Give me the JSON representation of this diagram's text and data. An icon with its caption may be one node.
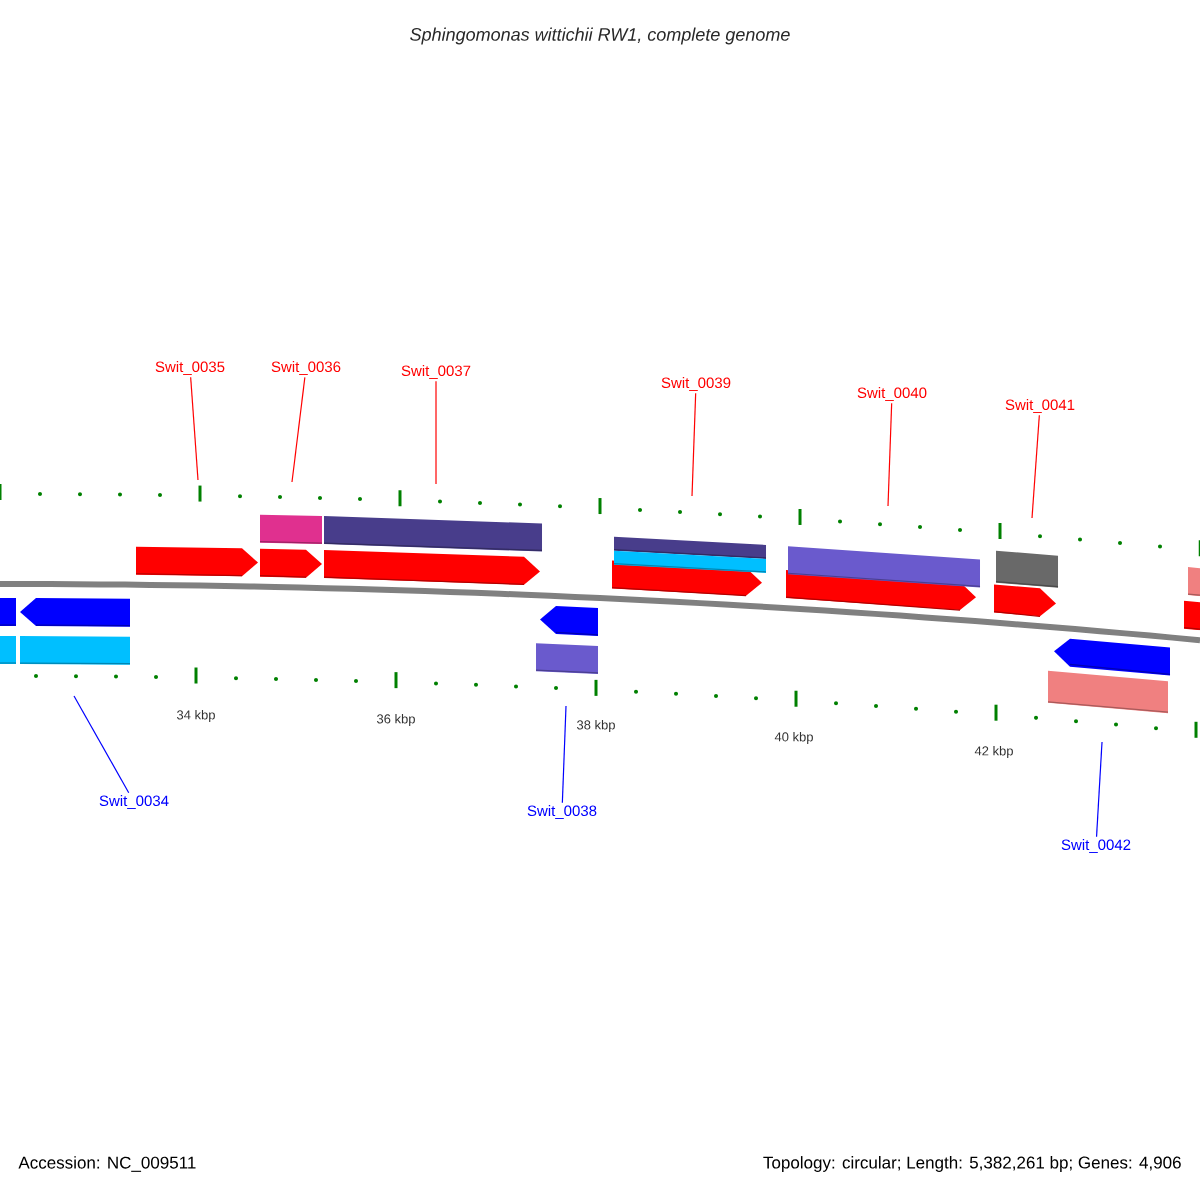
{
  "diagram": {
    "title": "Sphingomonas wittichii RW1, complete genome",
    "nodes": [
      {
        "text": [
          "Swit_0035"
        ]
      },
      {
        "text": [
          "Swit_0036"
        ]
      },
      {
        "text": [
          "Swit_0037"
        ]
      },
      {
        "text": [
          "Swit_0039"
        ]
      },
      {
        "text": [
          "Swit_0040"
        ]
      },
      {
        "text": [
          "Swit_0041"
        ]
      },
      {
        "text": [
          "Swit_0034"
        ]
      },
      {
        "text": [
          "Swit_0038"
        ]
      },
      {
        "text": [
          "Swit_0042"
        ]
      }
    ],
    "edges": [
      {
        "from": 0,
        "to": null,
        "arrow": "none"
      },
      {
        "from": 1,
        "to": null,
        "arrow": "none"
      },
      {
        "from": 2,
        "to": null,
        "arrow": "none"
      },
      {
        "from": 3,
        "to": null,
        "arrow": "none"
      },
      {
        "from": 4,
        "to": null,
        "arrow": "none"
      },
      {
        "from": 5,
        "to": null,
        "arrow": "none"
      },
      {
        "from": 6,
        "to": null,
        "arrow": "none",
        "color": "#0000ff"
      },
      {
        "from": 7,
        "to": null,
        "arrow": "none",
        "color": "#0000ff"
      },
      {
        "from": 8,
        "to": null,
        "arrow": "none",
        "color": "#0000ff"
      }
    ],
    "labels": [
      "34 kbp",
      "36 kbp",
      "38 kbp",
      "40 kbp",
      "42 kbp",
      "Accession: NC_009511",
      "Topology: circular; Length: 5,382,261 bp; Genes: 4,906"
    ]
  }
}
